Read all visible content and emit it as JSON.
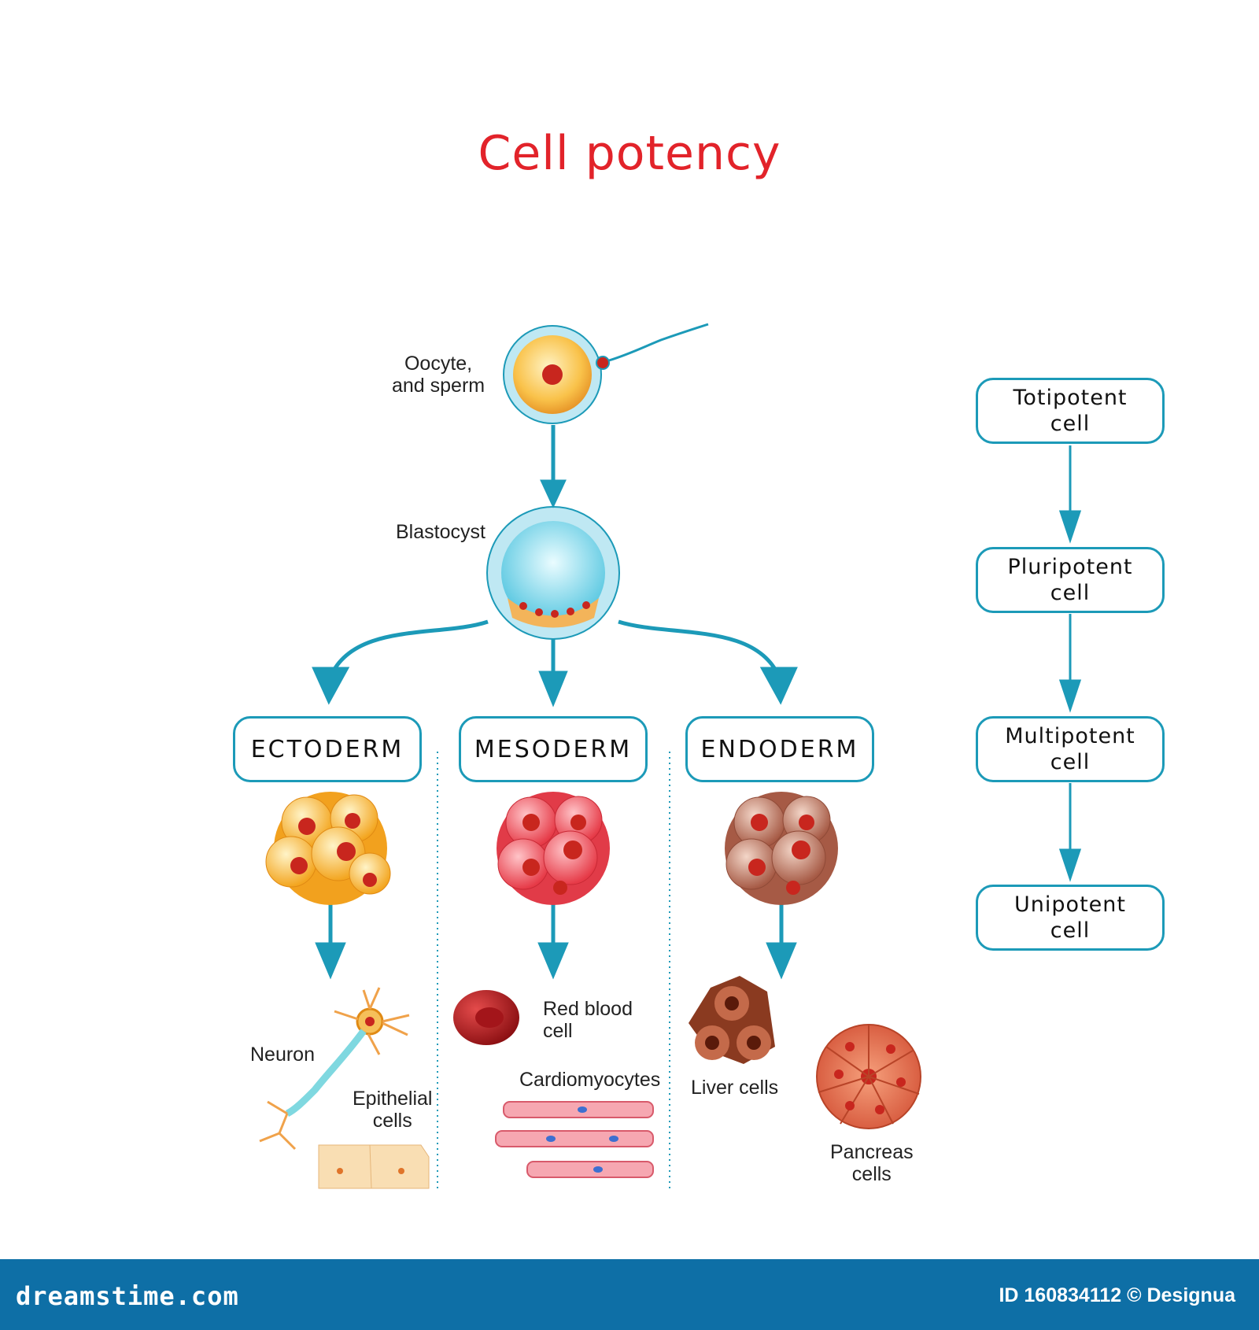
{
  "title": "Cell potency",
  "stages": {
    "oocyte": "Oocyte,\nand sperm",
    "blastocyst": "Blastocyst"
  },
  "germ_layers": [
    "ECTODERM",
    "MESODERM",
    "ENDODERM"
  ],
  "cells": {
    "neuron": "Neuron",
    "epithelial": "Epithelial\ncells",
    "red_blood": "Red blood\ncell",
    "cardiomyocytes": "Cardiomyocytes",
    "liver": "Liver cells",
    "pancreas": "Pancreas\ncells"
  },
  "potency_levels": [
    "Totipotent\ncell",
    "Pluripotent\ncell",
    "Multipotent\ncell",
    "Unipotent\ncell"
  ],
  "footer": {
    "logo": "dreamstime.com",
    "id": "ID 160834112 © Designua"
  },
  "colors": {
    "accent": "#1c9ab8",
    "title": "#e2232a",
    "footer": "#0e6fa6",
    "ectoderm": "#f7b733",
    "mesoderm": "#ef4a55",
    "endoderm": "#b06a55"
  }
}
